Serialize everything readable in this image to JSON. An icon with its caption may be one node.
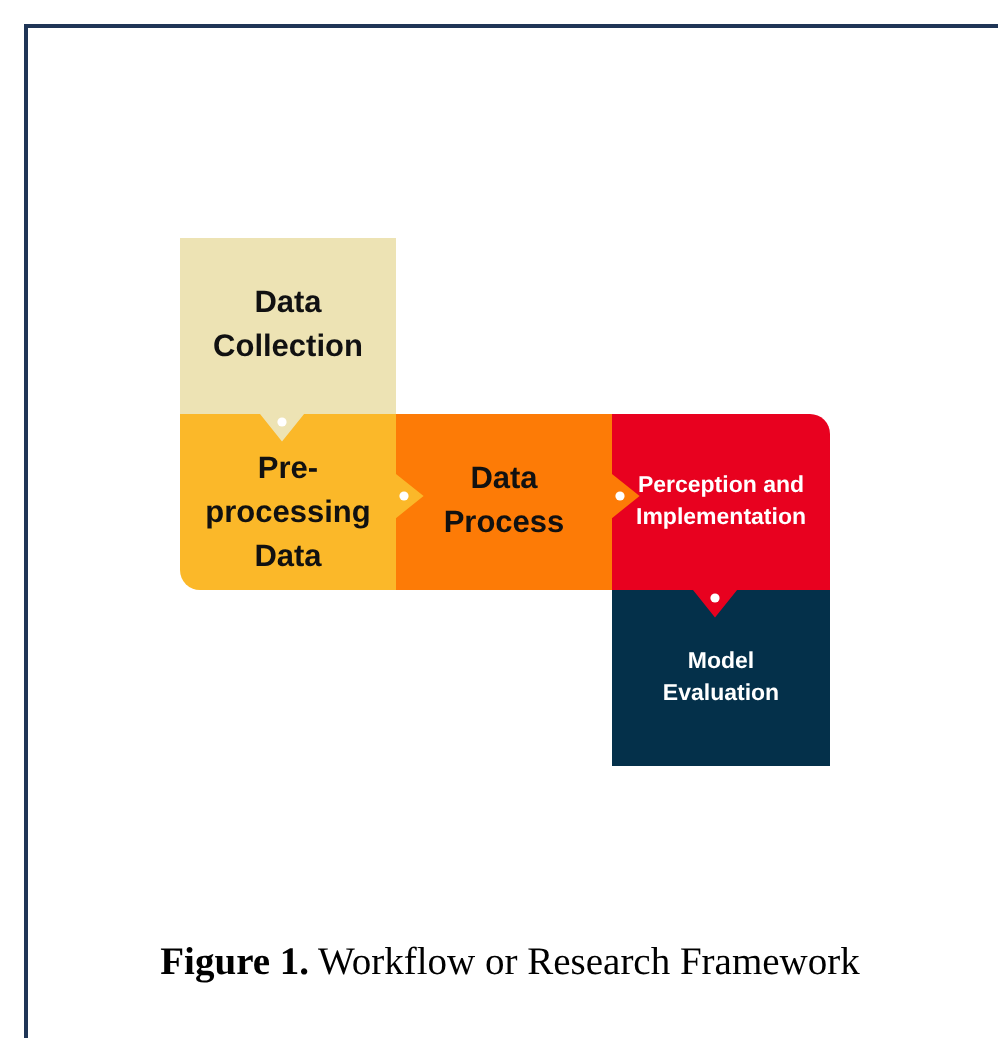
{
  "diagram": {
    "caption": "**Figure 1.** Workflow or Research Framework",
    "nodes": [
      {
        "text": [
          "Data Collection"
        ]
      },
      {
        "text": [
          "Pre-processing Data"
        ]
      },
      {
        "text": [
          "Data Process"
        ]
      },
      {
        "text": [
          "Perception and Implementation"
        ]
      },
      {
        "text": [
          "Model Evaluation"
        ]
      }
    ],
    "edges": [
      {
        "from": 0,
        "to": 1,
        "arrow": "to"
      },
      {
        "from": 1,
        "to": 2,
        "arrow": "to"
      },
      {
        "from": 2,
        "to": 3,
        "arrow": "to"
      },
      {
        "from": 3,
        "to": 4,
        "arrow": "to"
      }
    ]
  }
}
